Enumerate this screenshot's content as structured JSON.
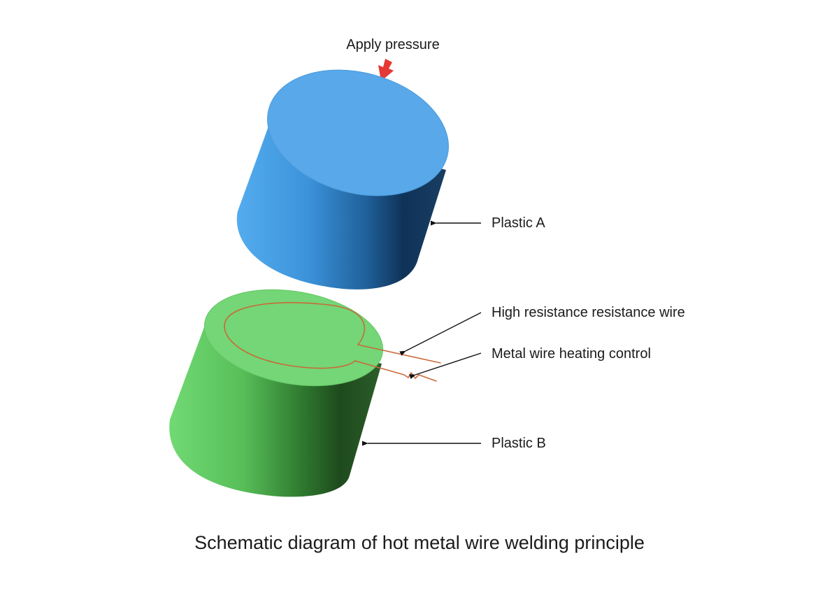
{
  "labels": {
    "apply_pressure": "Apply pressure",
    "plastic_a": "Plastic A",
    "high_resistance_wire": "High resistance resistance wire",
    "metal_wire_control": "Metal wire heating control",
    "plastic_b": "Plastic B"
  },
  "caption": "Schematic diagram of hot metal wire welding principle",
  "colors": {
    "plastic_a_top": "#58A8EA",
    "plastic_a_side_light": "#4FA6EC",
    "plastic_a_side_dark": "#0E2F55",
    "plastic_b_top": "#74D676",
    "plastic_b_side_light": "#68D36A",
    "plastic_b_side_dark": "#1F4A1E",
    "wire": "#C96A3A",
    "pressure_arrow": "#E53935"
  }
}
